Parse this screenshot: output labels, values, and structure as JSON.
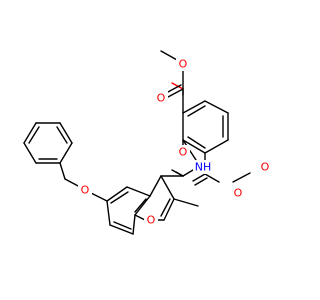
{
  "molecule": {
    "atoms": {
      "o_ester_top_carbonyl": "O",
      "o_ester_top_ether": "O",
      "o_amide": "O",
      "n_amide": "NH",
      "o_ester_right_carbonyl": "O",
      "o_ester_right_ether": "O",
      "o_benzyloxy": "O",
      "o_furan": "O"
    },
    "colors": {
      "bond": "#000000",
      "oxygen": "#ff0000",
      "nitrogen": "#0000ff",
      "background": "#ffffff"
    }
  }
}
